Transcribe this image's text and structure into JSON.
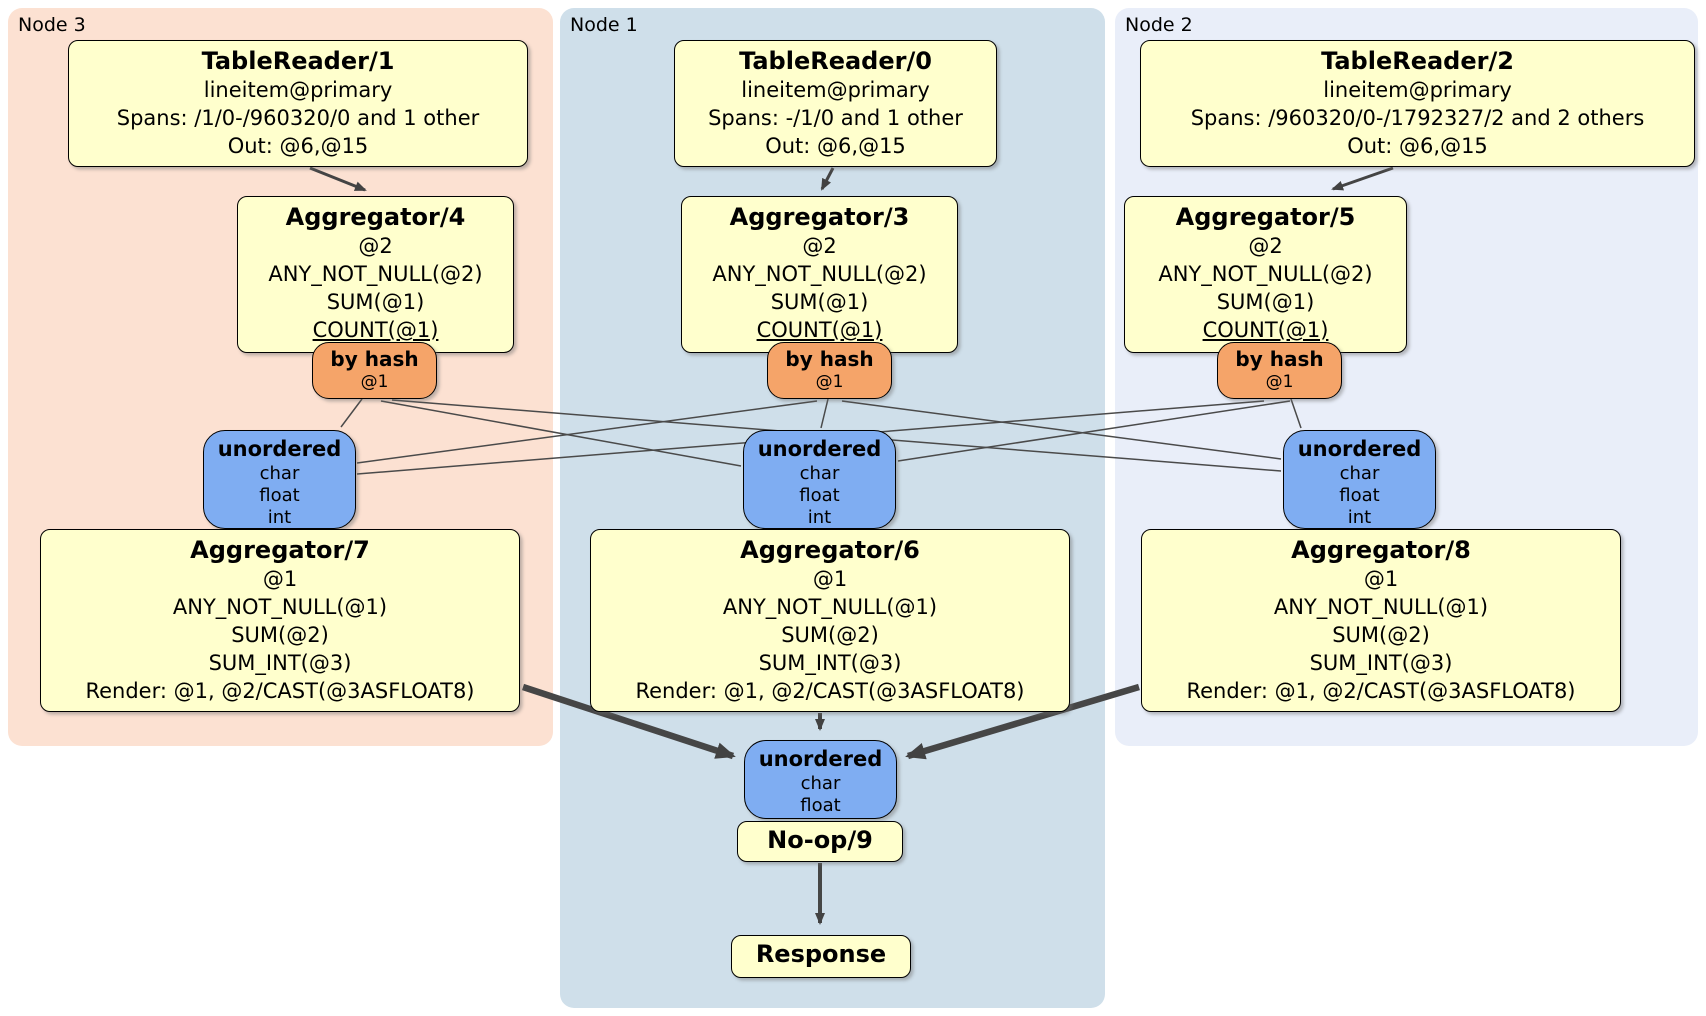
{
  "panels": [
    {
      "id": "node3",
      "label": "Node 3"
    },
    {
      "id": "node1",
      "label": "Node 1"
    },
    {
      "id": "node2",
      "label": "Node 2"
    }
  ],
  "processors": {
    "tr1": {
      "title": "TableReader/1",
      "lines": [
        "lineitem@primary",
        "Spans: /1/0-/960320/0 and 1 other",
        "Out: @6,@15"
      ]
    },
    "tr0": {
      "title": "TableReader/0",
      "lines": [
        "lineitem@primary",
        "Spans: -/1/0 and 1 other",
        "Out: @6,@15"
      ]
    },
    "tr2": {
      "title": "TableReader/2",
      "lines": [
        "lineitem@primary",
        "Spans: /960320/0-/1792327/2 and 2 others",
        "Out: @6,@15"
      ]
    },
    "agg4": {
      "title": "Aggregator/4",
      "lines": [
        "@2",
        "ANY_NOT_NULL(@2)",
        "SUM(@1)",
        "COUNT(@1)"
      ]
    },
    "agg3": {
      "title": "Aggregator/3",
      "lines": [
        "@2",
        "ANY_NOT_NULL(@2)",
        "SUM(@1)",
        "COUNT(@1)"
      ]
    },
    "agg5": {
      "title": "Aggregator/5",
      "lines": [
        "@2",
        "ANY_NOT_NULL(@2)",
        "SUM(@1)",
        "COUNT(@1)"
      ]
    },
    "agg7": {
      "title": "Aggregator/7",
      "lines": [
        "@1",
        "ANY_NOT_NULL(@1)",
        "SUM(@2)",
        "SUM_INT(@3)",
        "Render: @1, @2/CAST(@3ASFLOAT8)"
      ]
    },
    "agg6": {
      "title": "Aggregator/6",
      "lines": [
        "@1",
        "ANY_NOT_NULL(@1)",
        "SUM(@2)",
        "SUM_INT(@3)",
        "Render: @1, @2/CAST(@3ASFLOAT8)"
      ]
    },
    "agg8": {
      "title": "Aggregator/8",
      "lines": [
        "@1",
        "ANY_NOT_NULL(@1)",
        "SUM(@2)",
        "SUM_INT(@3)",
        "Render: @1, @2/CAST(@3ASFLOAT8)"
      ]
    },
    "noop": {
      "title": "No-op/9"
    },
    "response": {
      "title": "Response"
    }
  },
  "routers": {
    "hash_node3": {
      "title": "by hash",
      "detail": "@1"
    },
    "hash_node1": {
      "title": "by hash",
      "detail": "@1"
    },
    "hash_node2": {
      "title": "by hash",
      "detail": "@1"
    }
  },
  "syncs": {
    "unordered_node3": {
      "title": "unordered",
      "lines": [
        "char",
        "float",
        "int"
      ]
    },
    "unordered_node1": {
      "title": "unordered",
      "lines": [
        "char",
        "float",
        "int"
      ]
    },
    "unordered_node2": {
      "title": "unordered",
      "lines": [
        "char",
        "float",
        "int"
      ]
    },
    "unordered_final": {
      "title": "unordered",
      "lines": [
        "char",
        "float"
      ]
    }
  },
  "colors": {
    "panel_node3_bg": "#fce1d2",
    "panel_node1_bg": "#cfdfea",
    "panel_node2_bg": "#e9eef9",
    "processor_bg": "#ffffcd",
    "router_bg": "#f5a469",
    "sync_bg": "#7fadf2",
    "edge": "#4a4a4a"
  }
}
